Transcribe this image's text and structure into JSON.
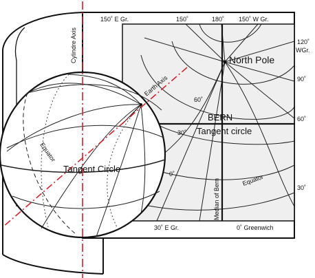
{
  "labels": {
    "cylinder_axis": "Cylindre Axis",
    "earth_axis": "Earth Axis",
    "north_pole": "North Pole",
    "bern": "BERN",
    "tangent_circle_map": "Tangent circle",
    "tangent_circle_globe": "Tangent Circle",
    "equator_globe": "Equator",
    "equator_map": "Equator",
    "median_of_bern": "Median of Bern"
  },
  "top_ticks": [
    "150˚ E Gr.",
    "150˚",
    "180˚",
    "150˚ W Gr."
  ],
  "right_ticks": [
    "120˚",
    "WGr.",
    "90˚",
    "60˚",
    "30˚"
  ],
  "bottom_ticks": [
    "30˚ E Gr.",
    "0˚ Greenwich"
  ],
  "interior_ticks": [
    "60˚",
    "30˚",
    "0˚"
  ],
  "colors": {
    "map_fill": "#efefef",
    "line": "#111111",
    "axis_red": "#d2232a"
  }
}
